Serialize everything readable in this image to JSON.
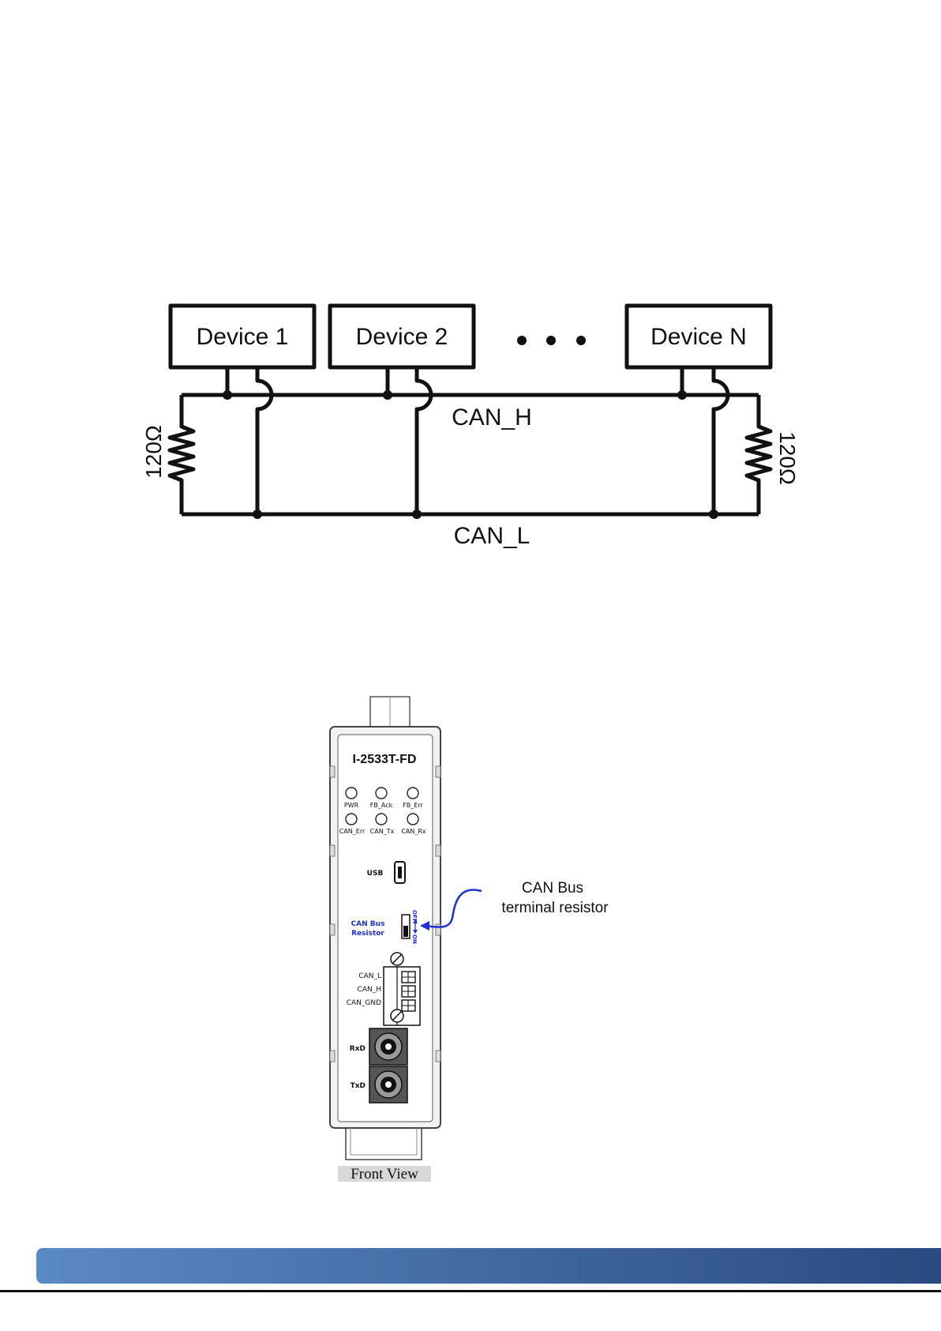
{
  "network_diagram": {
    "devices": [
      "Device 1",
      "Device 2",
      "Device N"
    ],
    "bus_high": "CAN_H",
    "bus_low": "CAN_L",
    "resistor_left": "120Ω",
    "resistor_right": "120Ω"
  },
  "front_view": {
    "model": "I-2533T-FD",
    "leds_row1": [
      "PWR",
      "FB_Ack",
      "FB_Err"
    ],
    "leds_row2": [
      "CAN_Err",
      "CAN_Tx",
      "CAN_Rx"
    ],
    "usb_label": "USB",
    "resistor_switch_line1": "CAN Bus",
    "resistor_switch_line2": "Resistor",
    "switch_off": "OFF",
    "switch_on": "ON",
    "terminals": [
      "CAN_L",
      "CAN_H",
      "CAN_GND"
    ],
    "fiber_rx": "RxD",
    "fiber_tx": "TxD",
    "callout_line1": "CAN Bus",
    "callout_line2": "terminal resistor",
    "caption": "Front View"
  },
  "colors": {
    "accent_blue": "#1f2fd0",
    "footer_gradient_start": "#5b89c4",
    "footer_gradient_end": "#2a4a80"
  }
}
